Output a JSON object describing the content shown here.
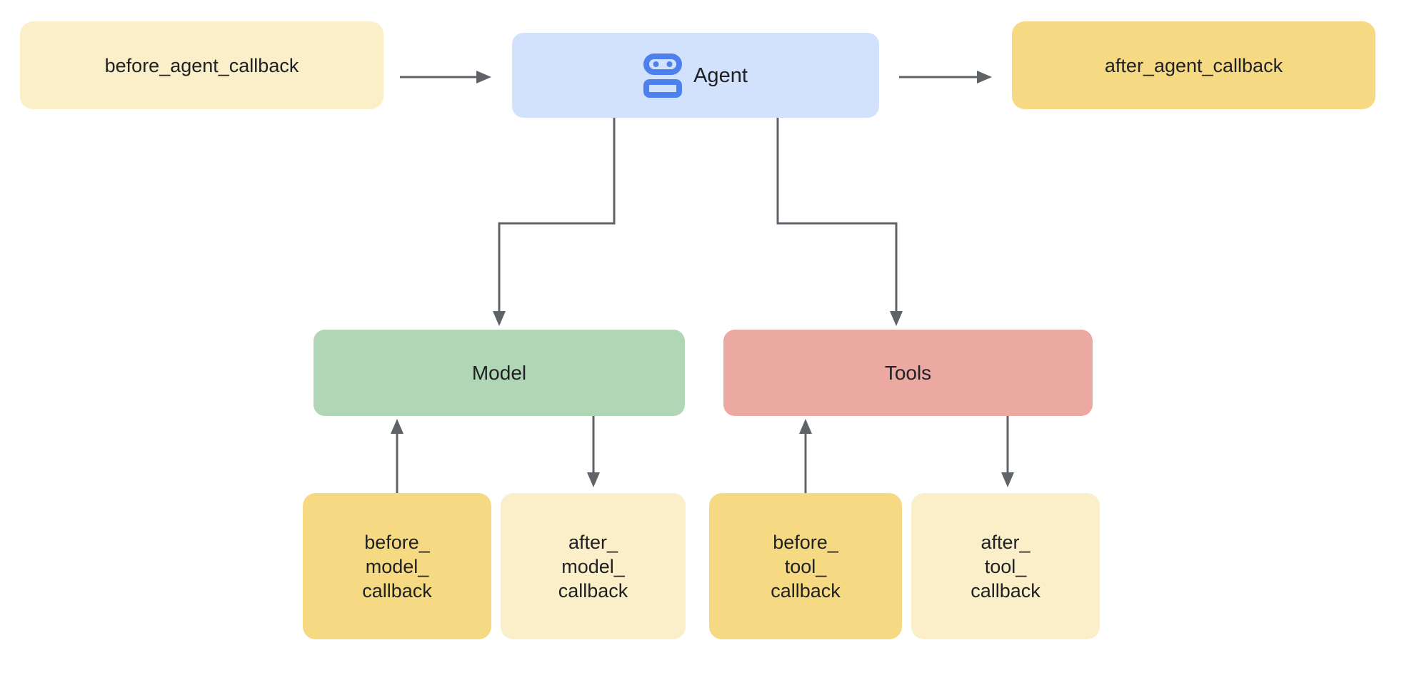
{
  "diagram": {
    "background": "#FFFFFF",
    "arrow_color": "#5F6368",
    "text_color": "#202124",
    "nodes": {
      "before_agent": {
        "label": "before_agent_callback",
        "color": "#FAEFC8"
      },
      "agent": {
        "label": "Agent",
        "color": "#D3E2FC",
        "icon": "robot-icon",
        "icon_color": "#4C80EC"
      },
      "after_agent": {
        "label": "after_agent_callback",
        "color": "#F6D983"
      },
      "model": {
        "label": "Model",
        "color": "#B1D6B5"
      },
      "tools": {
        "label": "Tools",
        "color": "#EBA9A1"
      },
      "before_model": {
        "line1": "before_",
        "line2": "model_",
        "line3": "callback",
        "color": "#F6D983"
      },
      "after_model": {
        "line1": "after_",
        "line2": "model_",
        "line3": "callback",
        "color": "#FAEFC8"
      },
      "before_tool": {
        "line1": "before_",
        "line2": "tool_",
        "line3": "callback",
        "color": "#F6D983"
      },
      "after_tool": {
        "line1": "after_",
        "line2": "tool_",
        "line3": "callback",
        "color": "#FAEFC8"
      }
    },
    "edges": [
      {
        "from": "before_agent_callback",
        "to": "Agent"
      },
      {
        "from": "Agent",
        "to": "after_agent_callback"
      },
      {
        "from": "Agent",
        "to": "Model"
      },
      {
        "from": "Agent",
        "to": "Tools"
      },
      {
        "from": "before_model_callback",
        "to": "Model"
      },
      {
        "from": "Model",
        "to": "after_model_callback"
      },
      {
        "from": "before_tool_callback",
        "to": "Tools"
      },
      {
        "from": "Tools",
        "to": "after_tool_callback"
      }
    ]
  }
}
